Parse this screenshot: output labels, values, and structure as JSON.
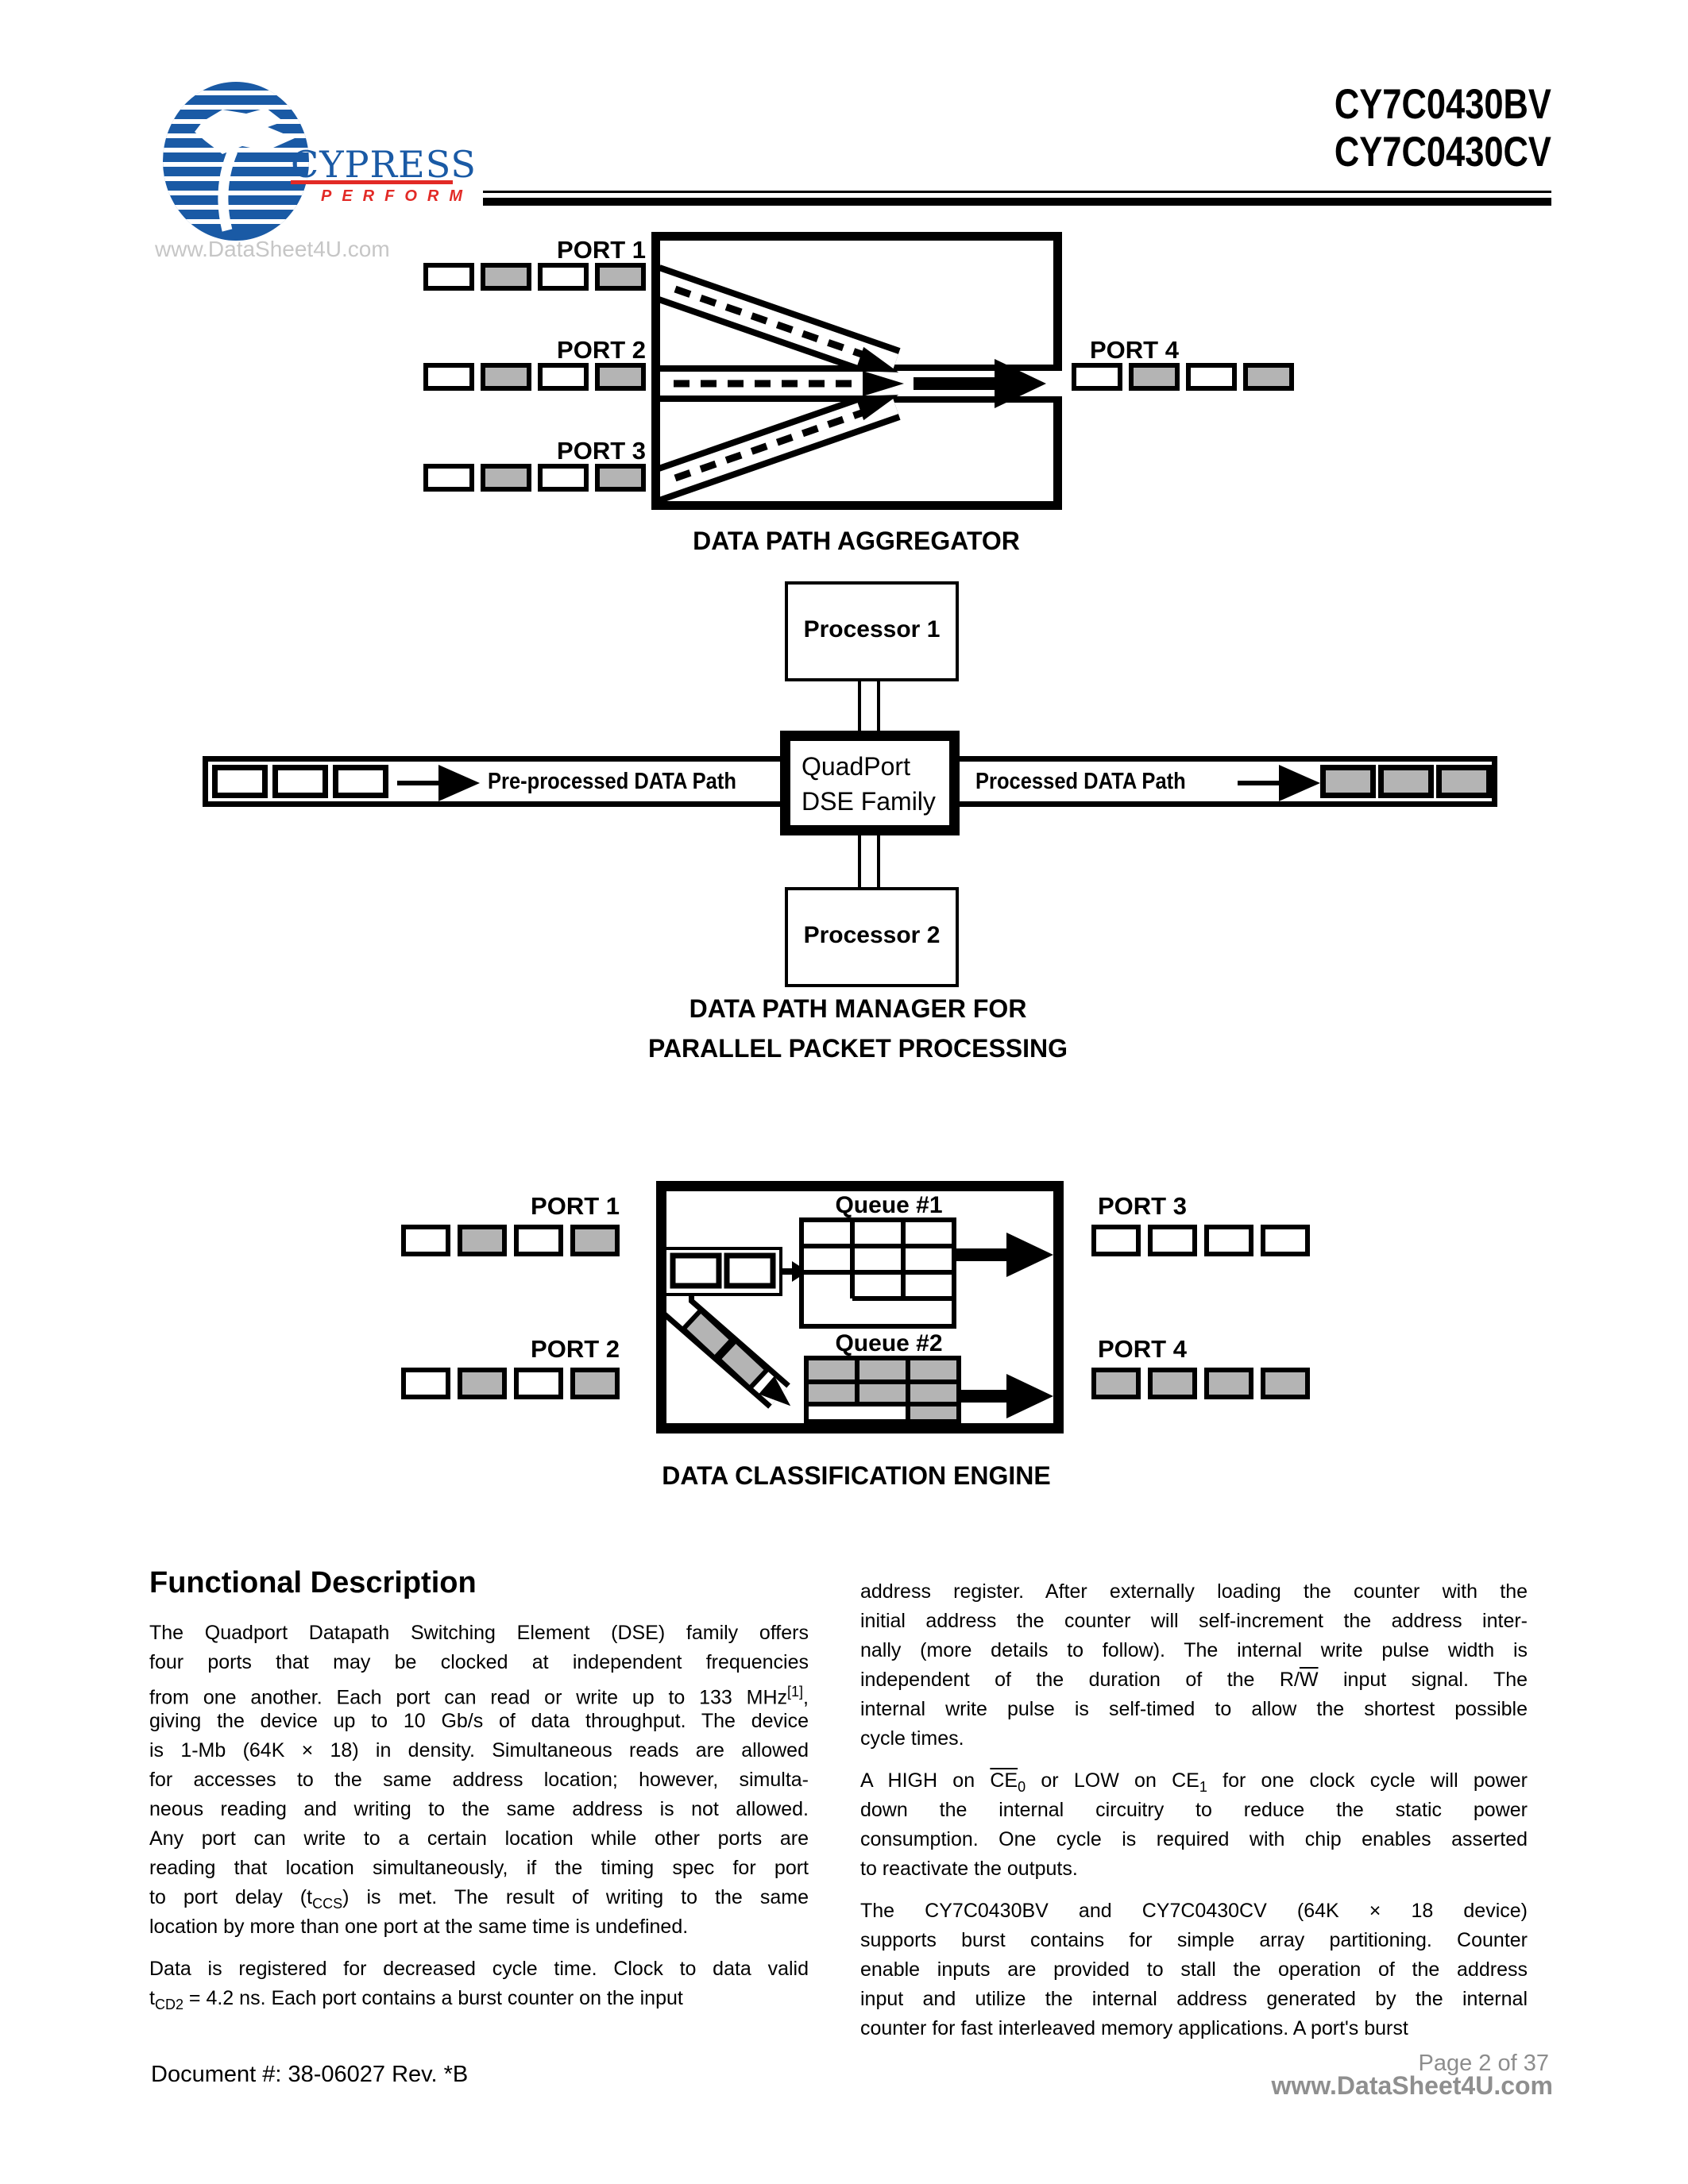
{
  "header": {
    "watermark": "www.DataSheet4U.com",
    "brand": "CYPRESS",
    "tagline": "PERFORM",
    "part_numbers": [
      "CY7C0430BV",
      "CY7C0430CV"
    ]
  },
  "aggregator": {
    "ports": [
      "PORT 1",
      "PORT 2",
      "PORT 3",
      "PORT 4"
    ],
    "packets": {
      "port1": [
        "w",
        "g",
        "w",
        "g"
      ],
      "port2": [
        "w",
        "g",
        "w",
        "g"
      ],
      "port3": [
        "w",
        "g",
        "w",
        "g"
      ],
      "port4": [
        "w",
        "g",
        "w",
        "g"
      ]
    },
    "caption": "DATA PATH AGGREGATOR"
  },
  "manager": {
    "processor1": "Processor 1",
    "processor2": "Processor 2",
    "center_line1": "QuadPort",
    "center_line2": "DSE Family",
    "left_label": "Pre-processed DATA Path",
    "right_label": "Processed DATA Path",
    "packets": {
      "left": [
        "w",
        "w",
        "w"
      ],
      "right": [
        "g",
        "g",
        "g"
      ]
    },
    "caption_line1": "DATA PATH MANAGER FOR",
    "caption_line2": "PARALLEL PACKET PROCESSING"
  },
  "classifier": {
    "queue1": "Queue #1",
    "queue2": "Queue #2",
    "ports": [
      "PORT 1",
      "PORT 2",
      "PORT 3",
      "PORT 4"
    ],
    "packets": {
      "port1": [
        "w",
        "g",
        "w",
        "g"
      ],
      "port2": [
        "w",
        "g",
        "w",
        "g"
      ],
      "port3": [
        "w",
        "w",
        "w",
        "w"
      ],
      "port4": [
        "g",
        "g",
        "g",
        "g"
      ]
    },
    "caption": "DATA CLASSIFICATION ENGINE"
  },
  "content": {
    "heading": "Functional Description",
    "left_paragraphs": [
      [
        "The Quadport Datapath Switching Element (DSE) family offers",
        "four ports that may be clocked at independent frequencies",
        "from one another. Each port can read or write up to 133 MHz{sup:[1]},",
        "giving the device up to 10 Gb/s of data throughput. The device",
        "is 1-Mb (64K × 18) in density. Simultaneous reads are allowed",
        "for accesses to the same address location; however, simulta-",
        "neous reading and writing to the same address is not allowed.",
        "Any port can write to a certain location while other ports are",
        "reading that location simultaneously, if the timing spec for port",
        "to port delay (t{sub:CCS}) is met. The result of writing to the same",
        "location by more than one port at the same time is undefined."
      ],
      [
        "Data is registered for decreased cycle time. Clock to data valid",
        "t{sub:CD2} = 4.2 ns. Each port contains a burst counter on the input"
      ]
    ],
    "right_paragraphs": [
      [
        "address register. After externally loading the counter with the",
        "initial address the counter will self-increment the address inter-",
        "nally (more details to follow). The internal write pulse width is",
        "independent of the duration of the R/{ov:W} input signal. The",
        "internal write pulse is self-timed to allow the shortest possible",
        "cycle times."
      ],
      [
        "A HIGH on {ov:CE}{sub:0} or LOW on CE{sub:1} for one clock cycle will power",
        "down the internal circuitry to reduce the static power",
        "consumption. One cycle is required with chip enables asserted",
        "to reactivate the outputs."
      ],
      [
        "The CY7C0430BV and CY7C0430CV (64K × 18 device)",
        "supports burst contains for simple array partitioning. Counter",
        "enable inputs are provided to stall the operation of the address",
        "input and utilize the internal address generated by the internal",
        "counter for fast interleaved memory applications. A port's burst"
      ]
    ]
  },
  "footer": {
    "document": "Document #: 38-06027 Rev. *B",
    "page": "Page 2 of 37",
    "watermark": "www.DataSheet4U.com"
  },
  "colors": {
    "packet_gray": "#b4b4b4",
    "logo_blue": "#1a5aa5",
    "logo_red": "#e22a26"
  }
}
